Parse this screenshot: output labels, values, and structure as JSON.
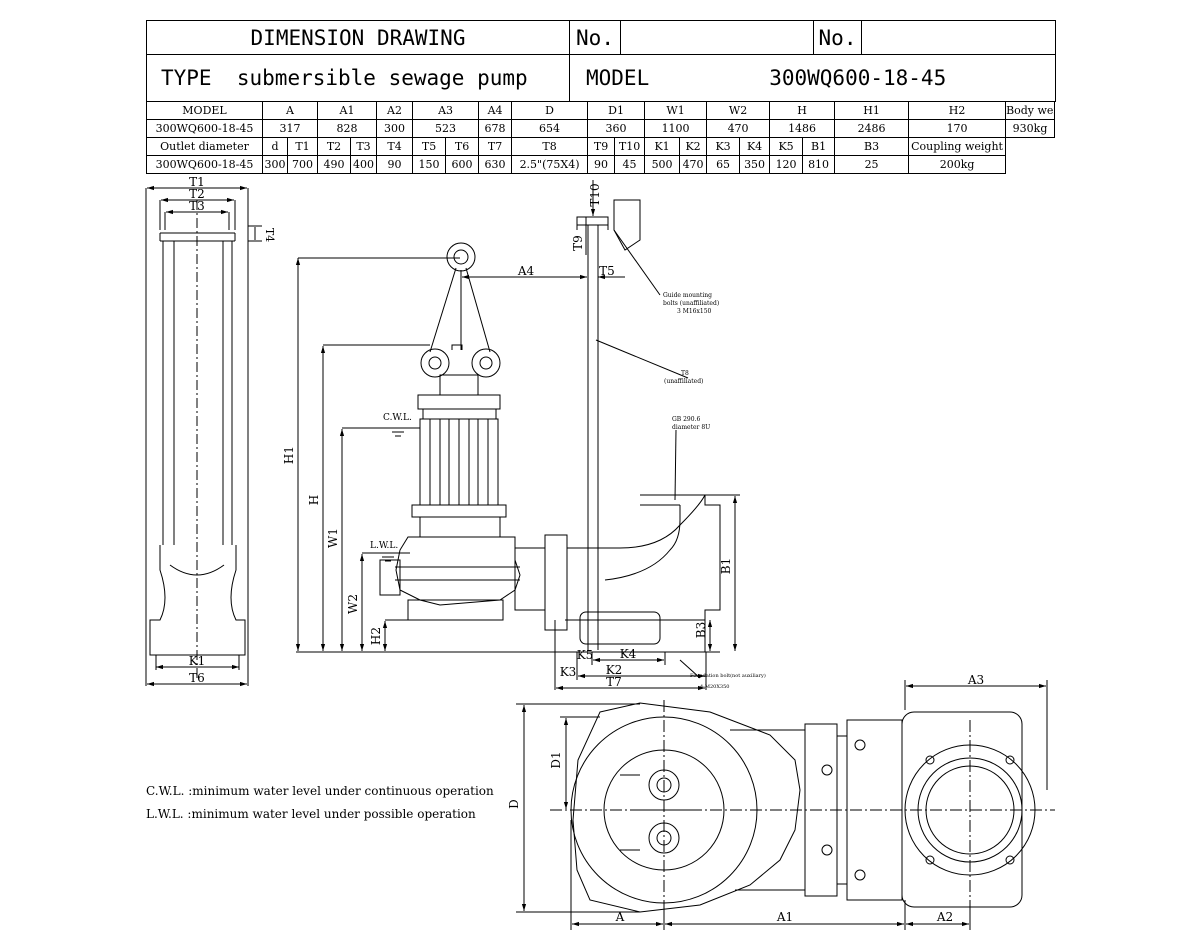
{
  "header": {
    "title": "DIMENSION DRAWING",
    "no_label_1": "No.",
    "no_label_2": "No.",
    "type_label": "TYPE",
    "type_value": "submersible sewage pump",
    "model_label": "MODEL",
    "model_value": "300WQ600-18-45"
  },
  "table1": {
    "headers": [
      "MODEL",
      "A",
      "A1",
      "A2",
      "A3",
      "A4",
      "D",
      "D1",
      "W1",
      "W2",
      "H",
      "H1",
      "H2",
      "Body weight"
    ],
    "row": [
      "300WQ600-18-45",
      "317",
      "828",
      "300",
      "523",
      "678",
      "654",
      "360",
      "1100",
      "470",
      "1486",
      "2486",
      "170",
      "930kg"
    ]
  },
  "table2": {
    "headers": [
      "Outlet diameter",
      "d",
      "T1",
      "T2",
      "T3",
      "T4",
      "T5",
      "T6",
      "T7",
      "T8",
      "T9",
      "T10",
      "K1",
      "K2",
      "K3",
      "K4",
      "K5",
      "B1",
      "B3",
      "Coupling weight"
    ],
    "row": [
      "300WQ600-18-45",
      "300",
      "700",
      "490",
      "400",
      "90",
      "150",
      "600",
      "630",
      "2.5\"(75X4)",
      "90",
      "45",
      "500",
      "470",
      "65",
      "350",
      "120",
      "810",
      "25",
      "200kg"
    ]
  },
  "dims": {
    "T1": "T1",
    "T2": "T2",
    "T3": "T3",
    "T4": "T4",
    "K1": "K1",
    "T6": "T6",
    "H1": "H1",
    "H": "H",
    "W1": "W1",
    "W2": "W2",
    "H2": "H2",
    "A4": "A4",
    "T5": "T5",
    "T9": "T9",
    "T10": "T10",
    "B1": "B1",
    "B3": "B3",
    "K5": "K5",
    "K4": "K4",
    "K2": "K2",
    "K3": "K3",
    "T7": "T7",
    "D": "D",
    "D1": "D1",
    "A": "A",
    "A1": "A1",
    "A2": "A2",
    "A3": "A3"
  },
  "annotations": {
    "cwl": "C.W.L.",
    "lwl": "L.W.L.",
    "guide_1": "Guide mounting",
    "guide_2": "bolts (unaffiliated)",
    "guide_3": "3 M16x150",
    "t8_1": "T8",
    "t8_2": "(unaffiliated)",
    "pipe_1": "GB 290.6",
    "pipe_2": "diameter 8U",
    "found_1": "Foundation bolt(not auxiliary)",
    "found_2": "4-M20X350"
  },
  "legend": {
    "cwl_text": "C.W.L. :minimum water level under continuous operation",
    "lwl_text": "L.W.L. :minimum water level under possible operation"
  }
}
